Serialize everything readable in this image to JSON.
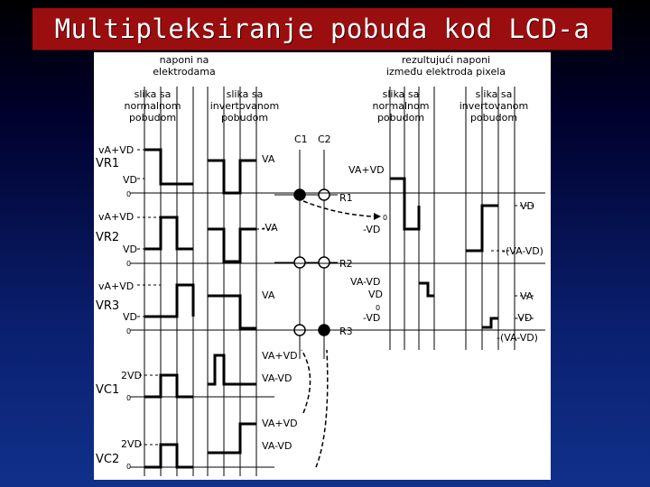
{
  "title": "Multipleksiranje pobuda kod LCD-a",
  "headers": {
    "naponi_na": "naponi na",
    "elektrodama": "elektrodama",
    "rezultujuci": "rezultujući naponi",
    "izmedju": "između elektroda pixela",
    "slika_sa": "slika sa",
    "normalnom": "normalnom",
    "invertovanom": "invertovanom",
    "pobudom": "pobudom"
  },
  "columns": {
    "c1": "C1",
    "c2": "C2"
  },
  "rows": {
    "r1": "R1",
    "r2": "R2",
    "r3": "R3"
  },
  "signals": {
    "vr1": "VR1",
    "vr2": "VR2",
    "vr3": "VR3",
    "vc1": "VC1",
    "vc2": "VC2"
  },
  "levels": {
    "va_plus_vd": "vA+VD",
    "vd": "VD",
    "zero": "0",
    "va": "VA",
    "neg_va": "-VA",
    "two_vd": "2VD",
    "va_minus_vd": "VA-VD",
    "va_plus_vd_cap": "VA+VD",
    "neg_vd": "-VD",
    "neg_va_vd": "-(VA-VD)"
  }
}
